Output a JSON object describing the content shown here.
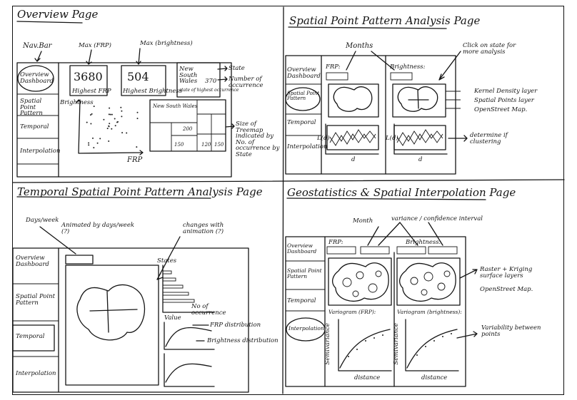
{
  "overview": {
    "title": "Overview Page",
    "navbar_label": "Nav.Bar",
    "max_frp_label": "Max (FRP)",
    "max_brightness_label": "Max (brightness)",
    "state_label": "State",
    "occurrence_label": "Number of occurrence",
    "nav": [
      "Overview Dashboard",
      "Spatial Point Pattern",
      "Temporal",
      "Interpolation"
    ],
    "kpi_frp_value": "3680",
    "kpi_frp_caption": "Highest FRP",
    "kpi_brightness_value": "504",
    "kpi_brightness_caption": "Highest Brightness",
    "state_value": "New South Wales",
    "state_count": "370",
    "state_caption": "state of highest occurrence",
    "scatter_ylabel": "Brightness",
    "scatter_xlabel": "FRP",
    "treemap_title": "New South Wales",
    "treemap_values": [
      "200",
      "150",
      "120",
      "150"
    ],
    "treemap_note": "Size of Treemap indicated by No. of occurrence by State"
  },
  "spatial": {
    "title": "Spatial Point Pattern Analysis Page",
    "months_label": "Months",
    "frp_label": "FRP:",
    "brightness_label": "Brightness:",
    "click_note": "Click on state for more analysis",
    "nav": [
      "Overview Dashboard",
      "Spatial Point Pattern",
      "Temporal",
      "Interpolation"
    ],
    "bullets": [
      "Kernel Density layer",
      "Spatial Points layer",
      "OpenStreet Map."
    ],
    "lfunc_ylabel": "L(d)",
    "lfunc_xlabel": "d",
    "cluster_note": "determine if clustering"
  },
  "temporal": {
    "title": "Temporal Spatial Point Pattern Analysis Page",
    "days_label": "Days/week",
    "animated_note": "Animated by days/week (?)",
    "changes_note": "changes with animation (?)",
    "nav": [
      "Overview Dashboard",
      "Spatial Point Pattern",
      "Temporal",
      "Interpolation"
    ],
    "bar_title": "States",
    "bar_ylabel": "No of occurrence",
    "bar_xlabel": "Value",
    "frp_dist": "FRP distribution",
    "bright_dist": "Brightness distribution"
  },
  "interp": {
    "title": "Geostatistics & Spatial Interpolation Page",
    "month_label": "Month",
    "variance_label": "variance / confidence interval",
    "frp_label": "FRP:",
    "brightness_label": "Brightness:",
    "nav": [
      "Overview Dashboard",
      "Spatial Point Pattern",
      "Temporal",
      "Interpolation"
    ],
    "bullets": [
      "Raster + Kriging surface layers",
      "OpenStreet Map."
    ],
    "vario_frp": "Variogram (FRP):",
    "vario_bright": "Variogram (brightness):",
    "vario_ylabel": "Semivariance",
    "vario_xlabel": "distance",
    "variability_note": "Variability between points"
  }
}
